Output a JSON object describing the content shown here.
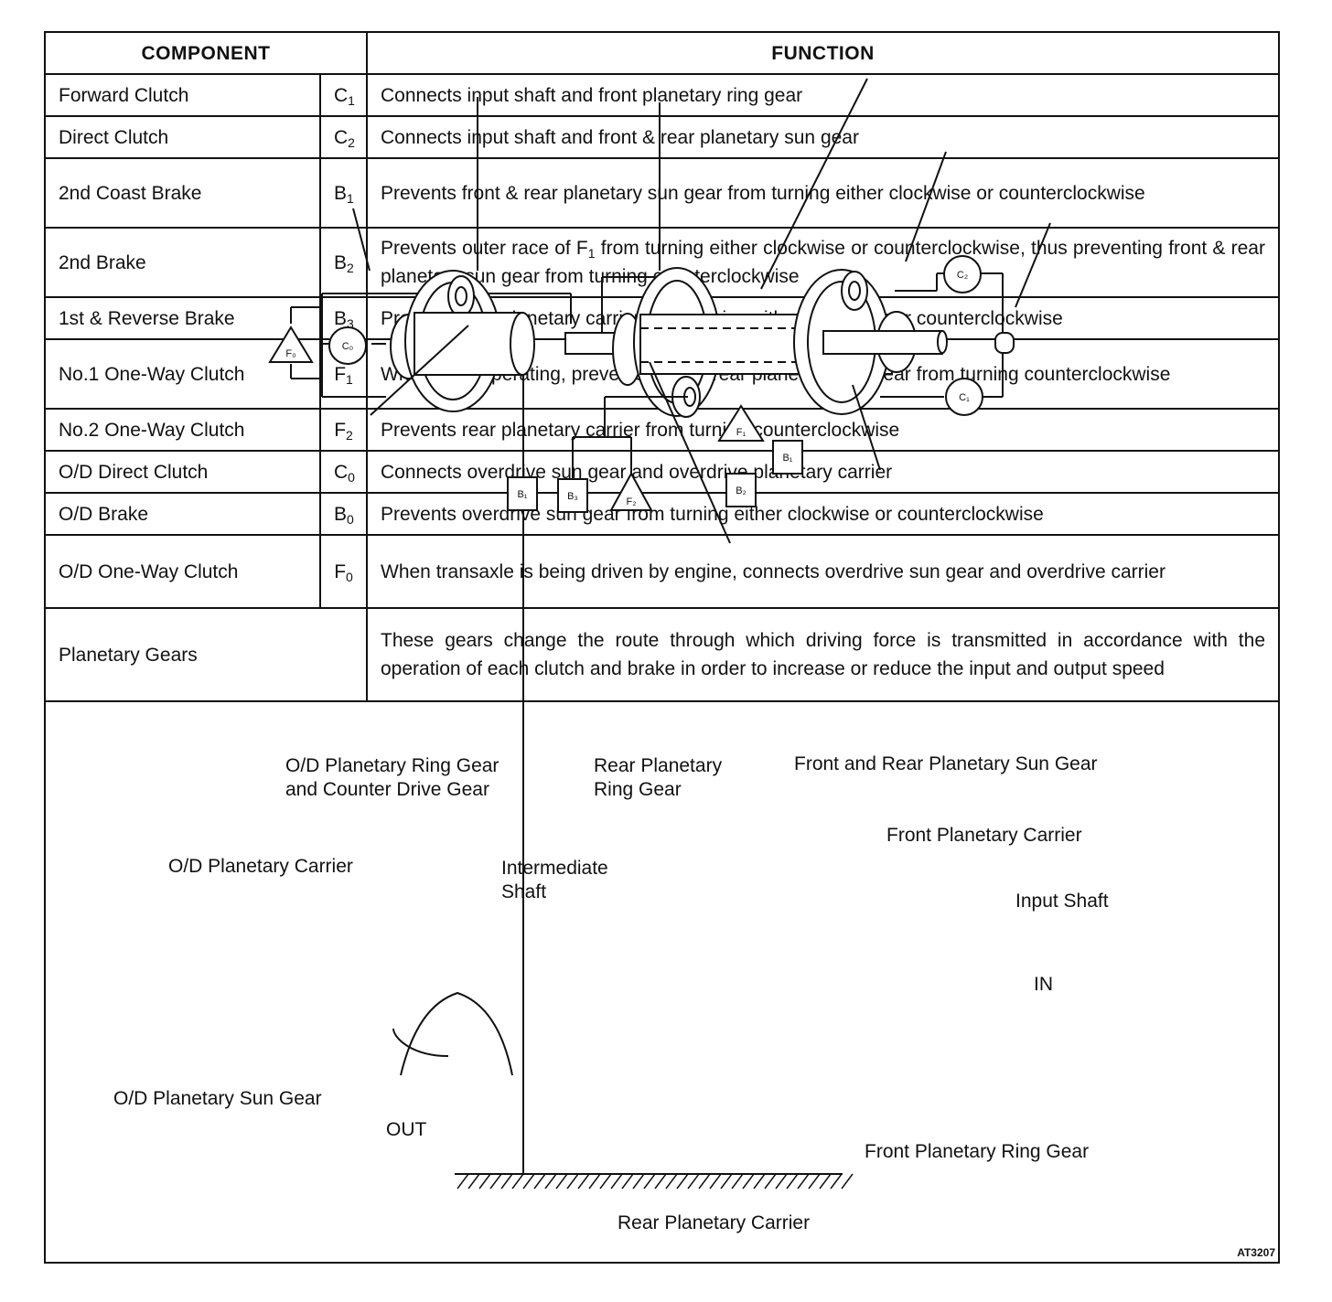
{
  "table": {
    "header": {
      "component": "COMPONENT",
      "function": "FUNCTION"
    },
    "rows": [
      {
        "component": "Forward Clutch",
        "sym": "C",
        "sub": "1",
        "function": "Connects input shaft and front planetary ring gear"
      },
      {
        "component": "Direct Clutch",
        "sym": "C",
        "sub": "2",
        "function": "Connects input shaft and front & rear planetary sun gear"
      },
      {
        "component": "2nd Coast Brake",
        "sym": "B",
        "sub": "1",
        "function": "Prevents front & rear planetary sun gear from turning either clockwise or counterclockwise"
      },
      {
        "component": "2nd Brake",
        "sym": "B",
        "sub": "2",
        "function_parts": [
          "Prevents outer race of F",
          "1",
          " from turning either clockwise or counterclockwise, thus preventing front & rear planetary sun gear from turning counterclockwise"
        ]
      },
      {
        "component": "1st & Reverse Brake",
        "sym": "B",
        "sub": "3",
        "function": "Prevents rear planetary carrier from turning either clockwise or counterclockwise"
      },
      {
        "component": "No.1 One-Way Clutch",
        "sym": "F",
        "sub": "1",
        "function_parts": [
          "When B",
          "2",
          " is operating, prevents front & rear planetary sun gear from turning counterclockwise"
        ]
      },
      {
        "component": "No.2 One-Way Clutch",
        "sym": "F",
        "sub": "2",
        "function": "Prevents rear planetary carrier from turning counterclockwise"
      },
      {
        "component": "O/D Direct Clutch",
        "sym": "C",
        "sub": "0",
        "function": "Connects overdrive sun gear and overdrive planetary carrier"
      },
      {
        "component": "O/D Brake",
        "sym": "B",
        "sub": "0",
        "function": "Prevents overdrive sun gear from turning either clockwise or counterclockwise"
      },
      {
        "component": "O/D One-Way Clutch",
        "sym": "F",
        "sub": "0",
        "function": "When transaxle is being driven by engine, connects overdrive sun gear and overdrive carrier"
      },
      {
        "component": "Planetary Gears",
        "function": "These gears change the route through which driving force is transmitted in accordance with the operation of each clutch and brake in order to increase or reduce the input and output speed"
      }
    ]
  },
  "diagram": {
    "labels": {
      "od_ring_1": "O/D Planetary Ring Gear",
      "od_ring_2": "and Counter Drive Gear",
      "rear_ring_1": "Rear Planetary",
      "rear_ring_2": "Ring Gear",
      "sun_gear": "Front and Rear Planetary Sun Gear",
      "front_carrier": "Front Planetary Carrier",
      "od_carrier": "O/D Planetary Carrier",
      "inter_1": "Intermediate",
      "inter_2": "Shaft",
      "input_shaft": "Input Shaft",
      "in": "IN",
      "od_sun": "O/D Planetary Sun Gear",
      "out": "OUT",
      "front_ring": "Front Planetary Ring Gear",
      "rear_carrier": "Rear Planetary Carrier"
    },
    "symbols": {
      "c2": "C₂",
      "c1": "C₁",
      "c0": "C₀",
      "f0": "F₀",
      "b1a": "B₁",
      "b1b": "B₁",
      "b3": "B₃",
      "f2": "F₂",
      "f1": "F₁",
      "b2": "B₂"
    },
    "figure_code": "AT3207"
  }
}
